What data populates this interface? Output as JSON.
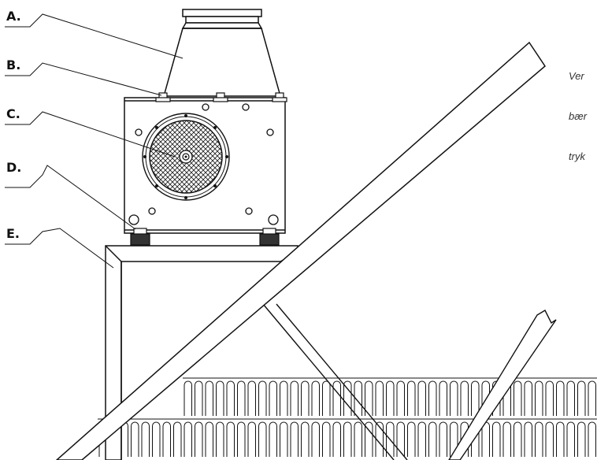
{
  "labels": [
    "A.",
    "B.",
    "C.",
    "D.",
    "E."
  ],
  "note_lines": [
    "Ver",
    "bær",
    "tryk"
  ]
}
